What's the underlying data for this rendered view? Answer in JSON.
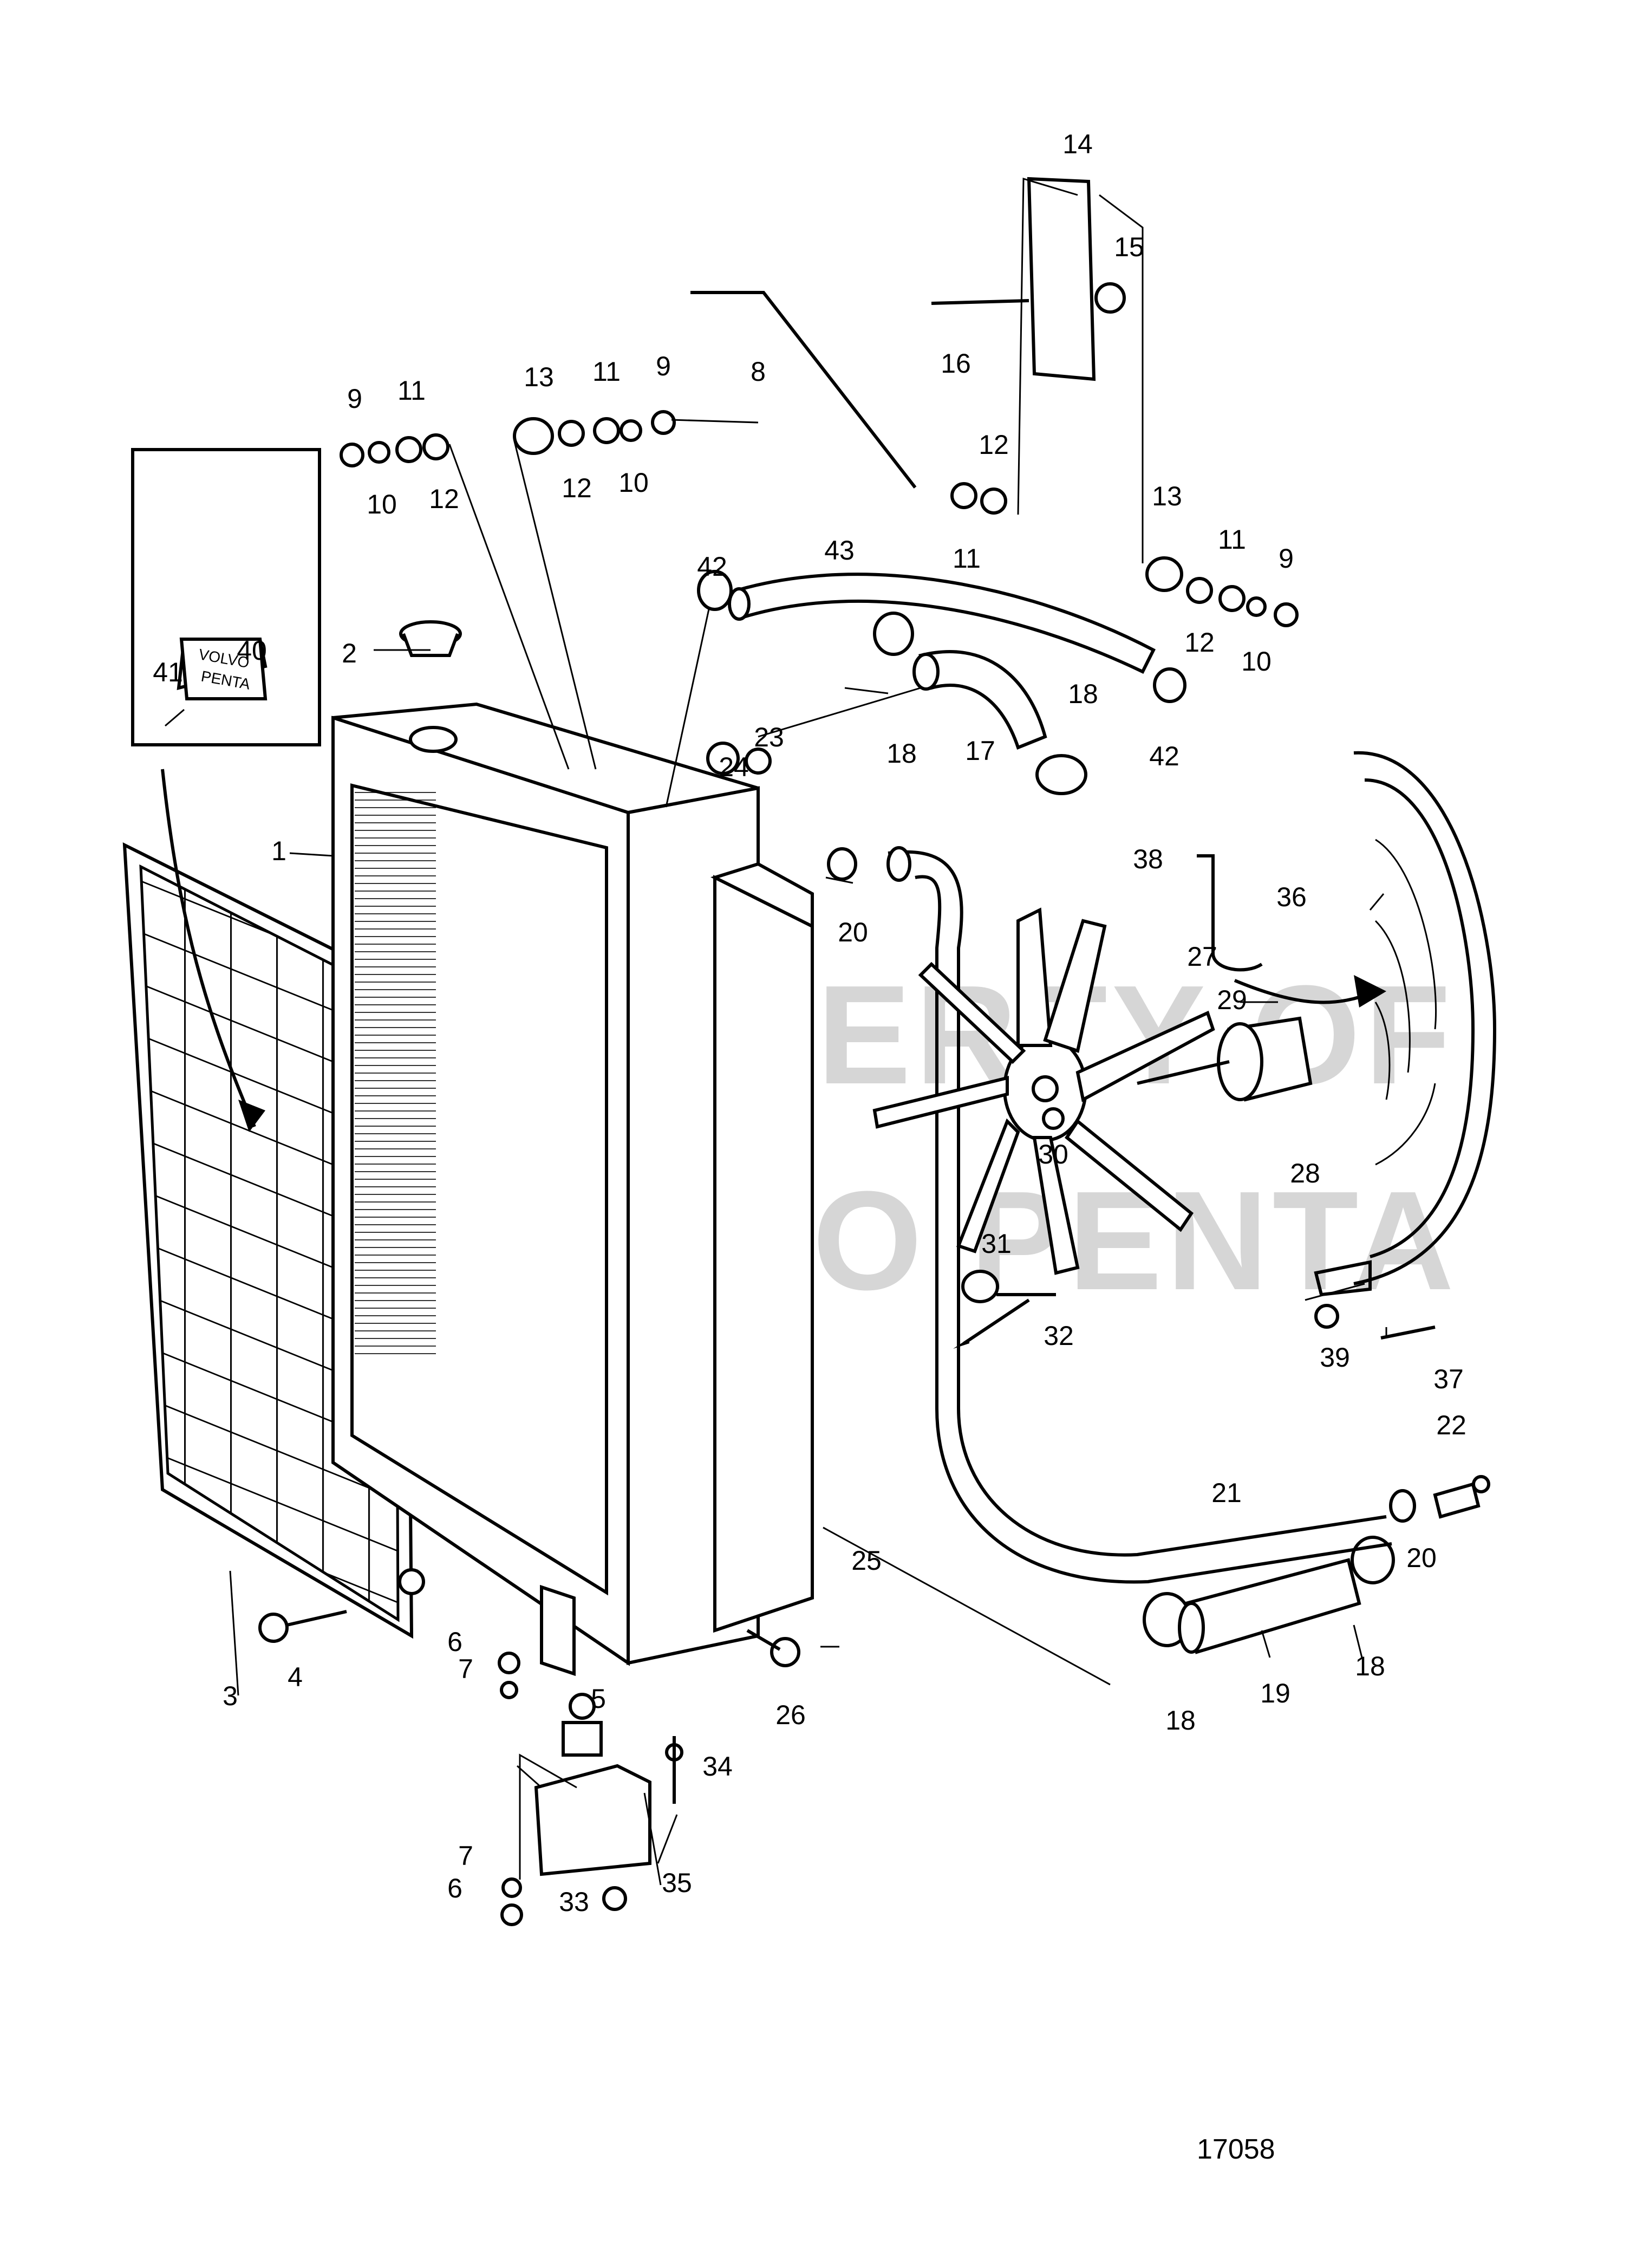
{
  "diagram": {
    "figure_number": "17058",
    "watermark_line1": "PROPERTY OF",
    "watermark_line2": "VOLVO PENTA",
    "plate_text_line1": "VOLVO",
    "plate_text_line2": "PENTA"
  },
  "parts": [
    {
      "id": "p1",
      "number": "1"
    },
    {
      "id": "p2",
      "number": "2"
    },
    {
      "id": "p3",
      "number": "3"
    },
    {
      "id": "p4",
      "number": "4"
    },
    {
      "id": "p5",
      "number": "5"
    },
    {
      "id": "p6a",
      "number": "6"
    },
    {
      "id": "p6b",
      "number": "6"
    },
    {
      "id": "p7a",
      "number": "7"
    },
    {
      "id": "p7b",
      "number": "7"
    },
    {
      "id": "p8",
      "number": "8"
    },
    {
      "id": "p9a",
      "number": "9"
    },
    {
      "id": "p9b",
      "number": "9"
    },
    {
      "id": "p9c",
      "number": "9"
    },
    {
      "id": "p10a",
      "number": "10"
    },
    {
      "id": "p10b",
      "number": "10"
    },
    {
      "id": "p10c",
      "number": "10"
    },
    {
      "id": "p11a",
      "number": "11"
    },
    {
      "id": "p11b",
      "number": "11"
    },
    {
      "id": "p11c",
      "number": "11"
    },
    {
      "id": "p11d",
      "number": "11"
    },
    {
      "id": "p12a",
      "number": "12"
    },
    {
      "id": "p12b",
      "number": "12"
    },
    {
      "id": "p12c",
      "number": "12"
    },
    {
      "id": "p12d",
      "number": "12"
    },
    {
      "id": "p13a",
      "number": "13"
    },
    {
      "id": "p13b",
      "number": "13"
    },
    {
      "id": "p14",
      "number": "14"
    },
    {
      "id": "p15",
      "number": "15"
    },
    {
      "id": "p16",
      "number": "16"
    },
    {
      "id": "p17",
      "number": "17"
    },
    {
      "id": "p18a",
      "number": "18"
    },
    {
      "id": "p18b",
      "number": "18"
    },
    {
      "id": "p18c",
      "number": "18"
    },
    {
      "id": "p18d",
      "number": "18"
    },
    {
      "id": "p19",
      "number": "19"
    },
    {
      "id": "p20a",
      "number": "20"
    },
    {
      "id": "p20b",
      "number": "20"
    },
    {
      "id": "p21",
      "number": "21"
    },
    {
      "id": "p22",
      "number": "22"
    },
    {
      "id": "p23",
      "number": "23"
    },
    {
      "id": "p24",
      "number": "24"
    },
    {
      "id": "p25",
      "number": "25"
    },
    {
      "id": "p26",
      "number": "26"
    },
    {
      "id": "p27",
      "number": "27"
    },
    {
      "id": "p28",
      "number": "28"
    },
    {
      "id": "p29",
      "number": "29"
    },
    {
      "id": "p30",
      "number": "30"
    },
    {
      "id": "p31",
      "number": "31"
    },
    {
      "id": "p32",
      "number": "32"
    },
    {
      "id": "p33",
      "number": "33"
    },
    {
      "id": "p34",
      "number": "34"
    },
    {
      "id": "p35",
      "number": "35"
    },
    {
      "id": "p36",
      "number": "36"
    },
    {
      "id": "p37",
      "number": "37"
    },
    {
      "id": "p38",
      "number": "38"
    },
    {
      "id": "p39",
      "number": "39"
    },
    {
      "id": "p40",
      "number": "40"
    },
    {
      "id": "p41",
      "number": "41"
    },
    {
      "id": "p42a",
      "number": "42"
    },
    {
      "id": "p42b",
      "number": "42"
    },
    {
      "id": "p43",
      "number": "43"
    }
  ]
}
